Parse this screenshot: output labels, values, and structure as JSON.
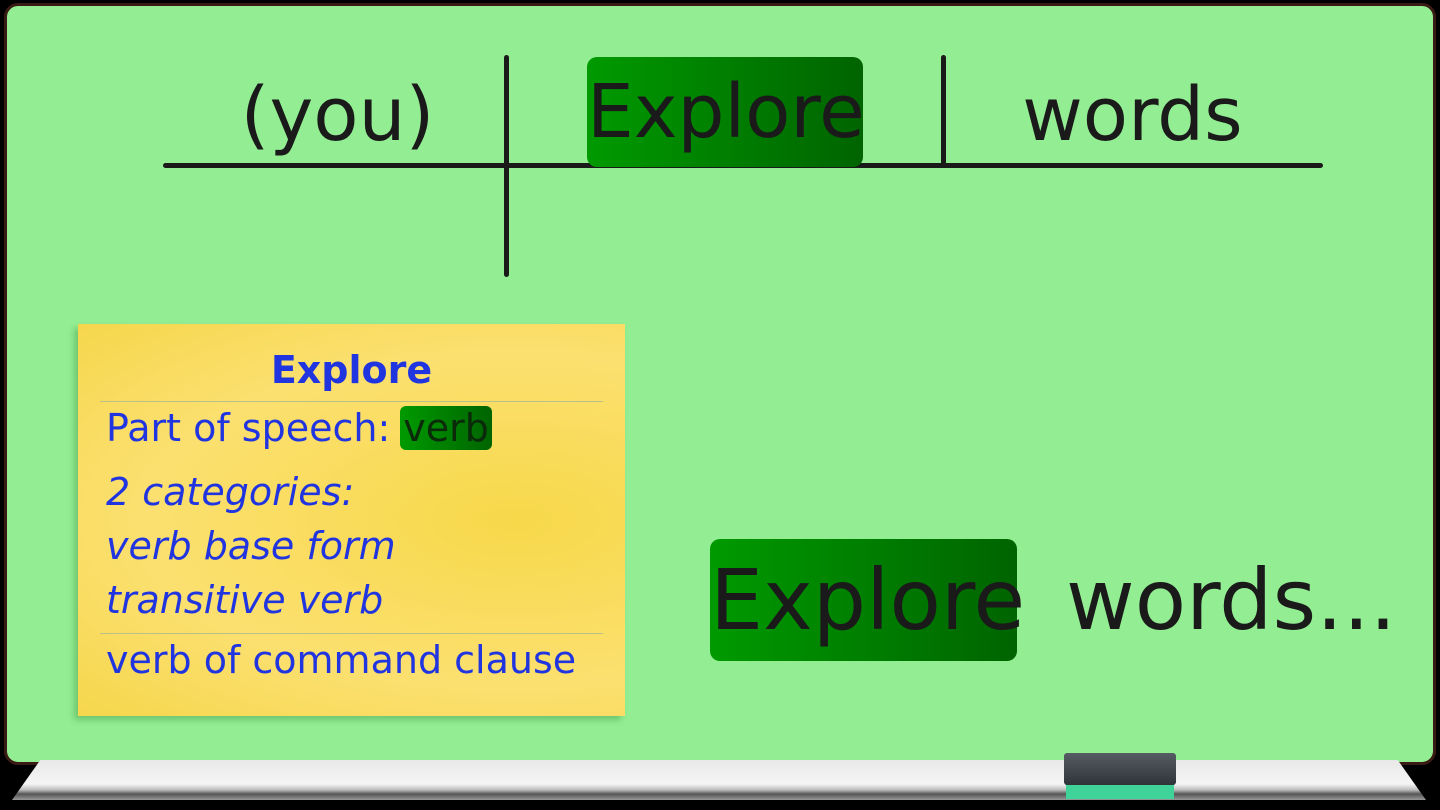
{
  "diagram": {
    "subject": "(you)",
    "verb": "Explore",
    "object": "words"
  },
  "note": {
    "title": "Explore",
    "pos_label": "Part of speech:",
    "pos_value": "verb",
    "categories_label": "2 categories:",
    "categories": [
      "verb base form",
      "transitive verb"
    ],
    "role": "verb of command clause"
  },
  "sentence": {
    "highlight": "Explore",
    "rest": "words..."
  },
  "colors": {
    "board": "#93ee93",
    "highlight": "#008000",
    "note": "#f8dc55",
    "note_text": "#2035e0"
  }
}
